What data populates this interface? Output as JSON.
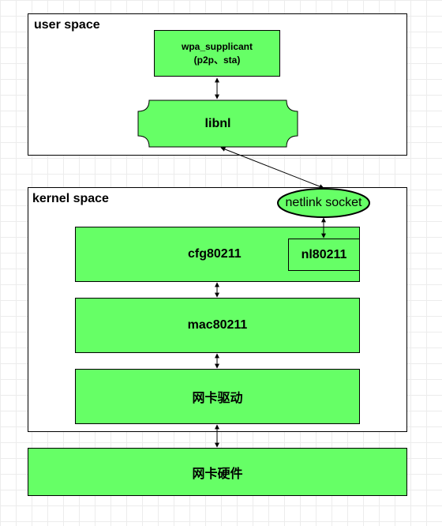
{
  "user_space": {
    "title": "user space",
    "wpa_supplicant": {
      "line1": "wpa_supplicant",
      "line2": "(p2p、sta)"
    },
    "libnl": "libnl"
  },
  "kernel_space": {
    "title": "kernel space",
    "netlink_socket": "netlink socket",
    "cfg80211": "cfg80211",
    "nl80211": "nl80211",
    "mac80211": "mac80211",
    "driver": "网卡驱动"
  },
  "hardware": "网卡硬件",
  "colors": {
    "block_fill": "#66ff66",
    "line": "#000000",
    "grid": "#ececec"
  }
}
